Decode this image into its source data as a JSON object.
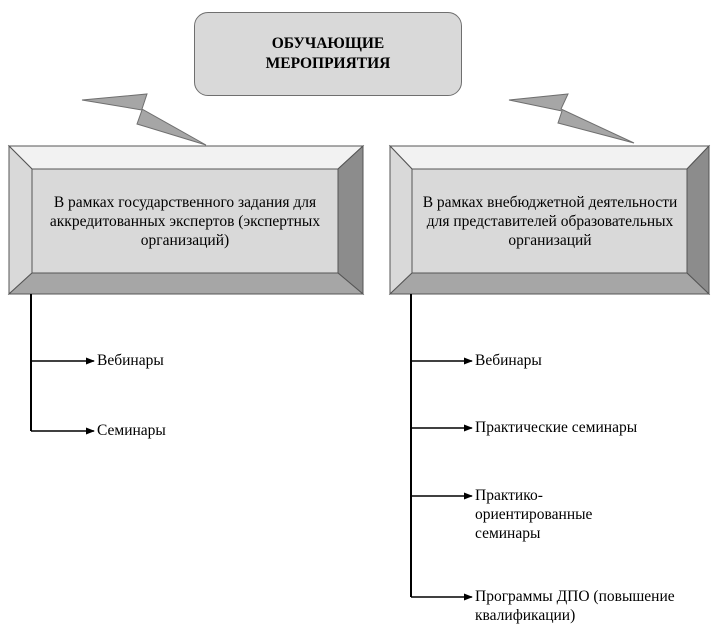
{
  "top": {
    "title": "ОБУЧАЮЩИЕ\nМЕРОПРИЯТИЯ"
  },
  "left_box": {
    "text": "В рамках государственного задания для аккредитованных экспертов (экспертных организаций)",
    "items": [
      "Вебинары",
      "Семинары"
    ]
  },
  "right_box": {
    "text": "В рамках внебюджетной деятельности для представителей образовательных организаций",
    "items": [
      "Вебинары",
      "Практические семинары",
      "Практико-ориентированные семинары",
      "Программы ДПО (повышение квалификации)"
    ]
  },
  "colors": {
    "top_fill": "#d9d9d9",
    "bevel_light": "#f2f2f2",
    "bevel_mid": "#d9d9d9",
    "bevel_dark": "#a6a6a6",
    "bevel_darkest": "#8c8c8c",
    "lightning_fill": "#a6a6a6"
  }
}
